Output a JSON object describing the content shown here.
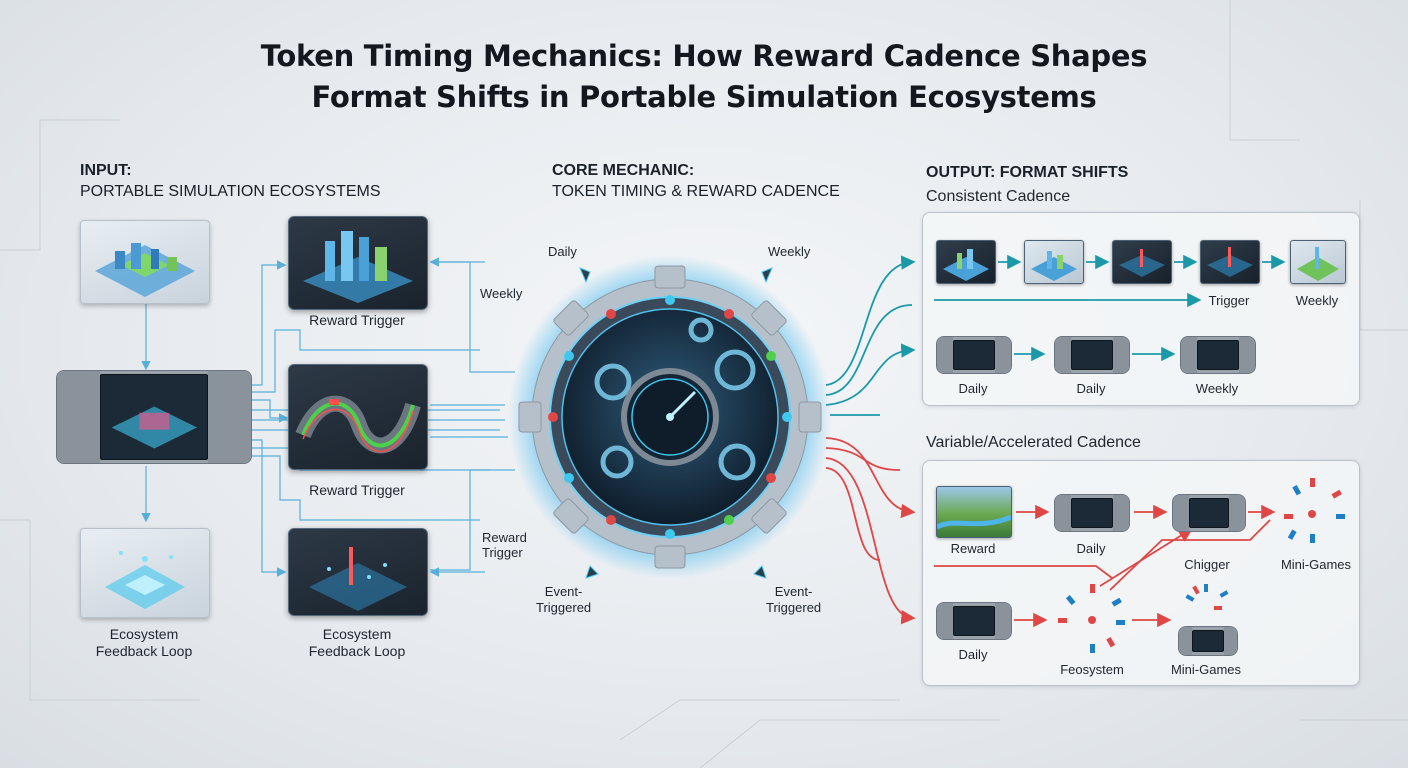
{
  "title_line1": "Token Timing Mechanics: How Reward Cadence Shapes",
  "title_line2": "Format Shifts in Portable Simulation Ecosystems",
  "input": {
    "heading": "INPUT:",
    "subheading": "PORTABLE SIMULATION ECOSYSTEMS",
    "labels": {
      "reward_trigger_1": "Reward Trigger",
      "reward_trigger_2": "Reward Trigger",
      "feedback_left_1": "Ecosystem",
      "feedback_left_2": "Feedback Loop",
      "feedback_mid_1": "Ecosystem",
      "feedback_mid_2": "Feedback Loop"
    }
  },
  "core": {
    "heading": "CORE MECHANIC:",
    "subheading": "TOKEN TIMING & REWARD CADENCE",
    "daily": "Daily",
    "weekly_top": "Weekly",
    "weekly_left": "Weekly",
    "reward_trigger_1": "Reward",
    "reward_trigger_2": "Trigger",
    "event_left_1": "Event-",
    "event_left_2": "Triggered",
    "event_right_1": "Event-",
    "event_right_2": "Triggered"
  },
  "output": {
    "heading": "OUTPUT: FORMAT SHIFTS",
    "consistent": {
      "title": "Consistent Cadence",
      "row1_labels": [
        "Trigger",
        "Weekly"
      ],
      "row2_labels": [
        "Daily",
        "Daily",
        "Weekly"
      ]
    },
    "variable": {
      "title": "Variable/Accelerated Cadence",
      "row1_labels": [
        "Reward",
        "Daily",
        "Chigger",
        "Mini-Games"
      ],
      "row2_labels": [
        "Daily",
        "Feosystem",
        "Mini-Games"
      ]
    }
  },
  "colors": {
    "teal": "#1a9aa8",
    "red": "#e04646",
    "cyan_glow": "#3fc8f0",
    "title": "#14181e"
  }
}
